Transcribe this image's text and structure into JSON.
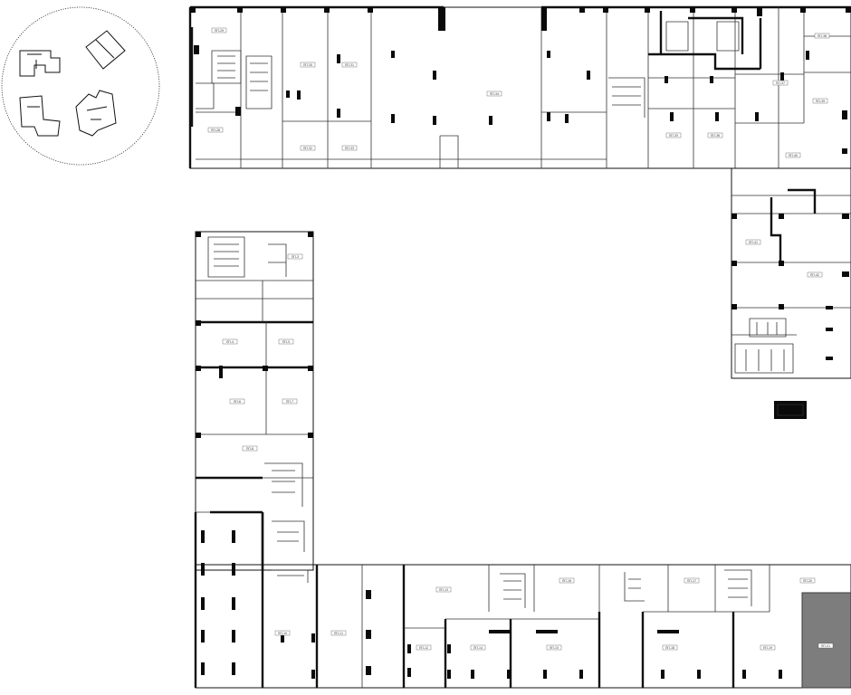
{
  "key_plan": {
    "label": "Key plan of the complex"
  },
  "units": [
    {
      "id": "north-1",
      "label": "ПП-29"
    },
    {
      "id": "north-2",
      "label": "ПП-28"
    },
    {
      "id": "north-3",
      "label": "ПП-30"
    },
    {
      "id": "north-4",
      "label": "ПП-31"
    },
    {
      "id": "north-5",
      "label": "ПП-32"
    },
    {
      "id": "north-6",
      "label": "ПП-33"
    },
    {
      "id": "north-7",
      "label": "ПП-34"
    },
    {
      "id": "north-8",
      "label": "ПП-35"
    },
    {
      "id": "north-9",
      "label": "ПП-36"
    },
    {
      "id": "north-10",
      "label": "ПП-37"
    },
    {
      "id": "north-11",
      "label": "ПП-38"
    },
    {
      "id": "east-1",
      "label": "ПП-39"
    },
    {
      "id": "east-2",
      "label": "ПП-40"
    },
    {
      "id": "east-3",
      "label": "ПП-41"
    },
    {
      "id": "east-4",
      "label": "ПП-42"
    },
    {
      "id": "west-1",
      "label": "ПП-3"
    },
    {
      "id": "west-2",
      "label": "ПП-4"
    },
    {
      "id": "west-3",
      "label": "ПП-5"
    },
    {
      "id": "west-4",
      "label": "ПП-6"
    },
    {
      "id": "west-5",
      "label": "ПП-7"
    },
    {
      "id": "west-6",
      "label": "ПП-8"
    },
    {
      "id": "south-1",
      "label": "ПП-10"
    },
    {
      "id": "south-2",
      "label": "ПП-11"
    },
    {
      "id": "south-3",
      "label": "ПП-12"
    },
    {
      "id": "south-4",
      "label": "ПП-13"
    },
    {
      "id": "south-5",
      "label": "ПП-14"
    },
    {
      "id": "south-6",
      "label": "ПП-15"
    },
    {
      "id": "south-7",
      "label": "ПП-16"
    },
    {
      "id": "south-8",
      "label": "ПП-17"
    },
    {
      "id": "south-9",
      "label": "ПП-18"
    },
    {
      "id": "south-10",
      "label": "ПП-19"
    },
    {
      "id": "south-11",
      "label": "ПП-20"
    },
    {
      "id": "south-12",
      "label": "ПП-21"
    }
  ],
  "selected_unit": {
    "label": "ПП-21",
    "color": "#7d7d7d"
  }
}
